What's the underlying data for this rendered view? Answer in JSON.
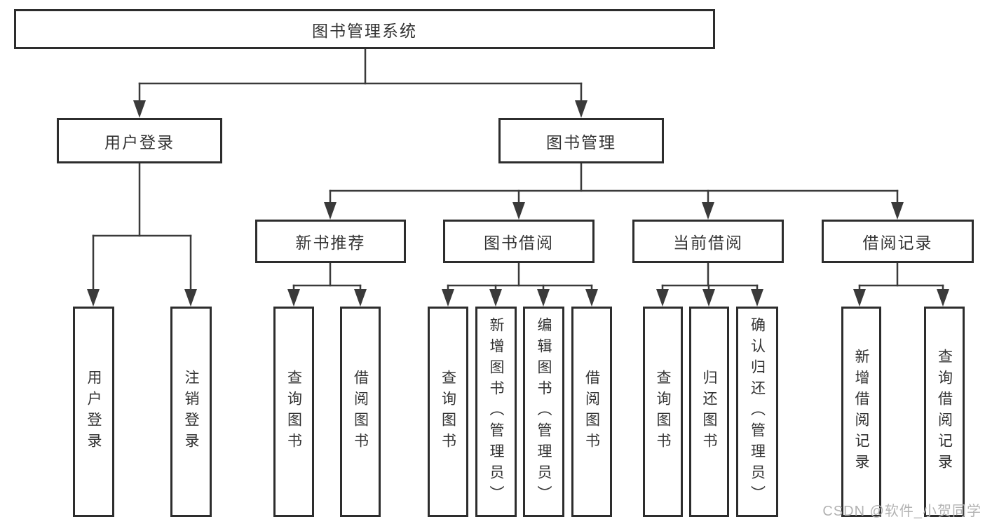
{
  "diagram": {
    "type": "hierarchy-flowchart",
    "tree": {
      "label": "图书管理系统",
      "children": [
        {
          "label": "用户登录",
          "children": [
            {
              "label": "用户登录"
            },
            {
              "label": "注销登录"
            }
          ]
        },
        {
          "label": "图书管理",
          "children": [
            {
              "label": "新书推荐",
              "children": [
                {
                  "label": "查询图书"
                },
                {
                  "label": "借阅图书"
                }
              ]
            },
            {
              "label": "图书借阅",
              "children": [
                {
                  "label": "查询图书"
                },
                {
                  "label": "新增图书（管理员）"
                },
                {
                  "label": "编辑图书（管理员）"
                },
                {
                  "label": "借阅图书"
                }
              ]
            },
            {
              "label": "当前借阅",
              "children": [
                {
                  "label": "查询图书"
                },
                {
                  "label": "归还图书"
                },
                {
                  "label": "确认归还（管理员）"
                }
              ]
            },
            {
              "label": "借阅记录",
              "children": [
                {
                  "label": "新增借阅记录"
                },
                {
                  "label": "查询借阅记录"
                }
              ]
            }
          ]
        }
      ]
    },
    "colors": {
      "line": "#3a3a3a",
      "border": "#2d2d2d",
      "text": "#333333",
      "watermark": "#b3b3b3",
      "background": "#ffffff"
    }
  },
  "watermark": {
    "text": "CSDN @软件_小贺同学"
  }
}
